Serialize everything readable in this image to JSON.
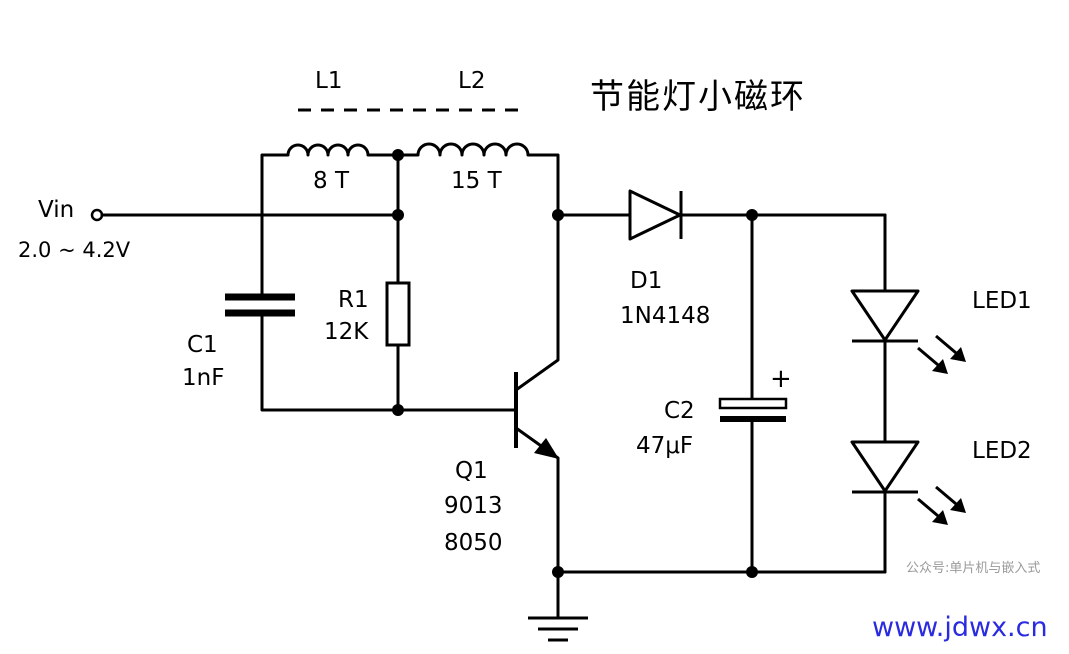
{
  "title": "节能灯小磁环",
  "input": {
    "name": "Vin",
    "range": "2.0 ~ 4.2V"
  },
  "inductors": [
    {
      "name": "L1",
      "turns": "8 T"
    },
    {
      "name": "L2",
      "turns": "15 T"
    }
  ],
  "capacitors": [
    {
      "name": "C1",
      "value": "1nF"
    },
    {
      "name": "C2",
      "value": "47μF",
      "polarity": "+"
    }
  ],
  "resistor": {
    "name": "R1",
    "value": "12K"
  },
  "transistor": {
    "name": "Q1",
    "part_a": "9013",
    "part_b": "8050"
  },
  "diode": {
    "name": "D1",
    "part": "1N4148"
  },
  "leds": [
    "LED1",
    "LED2"
  ],
  "watermark": "公众号:单片机与嵌入式",
  "site": "www.jdwx.cn",
  "colors": {
    "wire": "#000000",
    "site": "#2a2ae0",
    "watermark": "#9a9a9a"
  }
}
